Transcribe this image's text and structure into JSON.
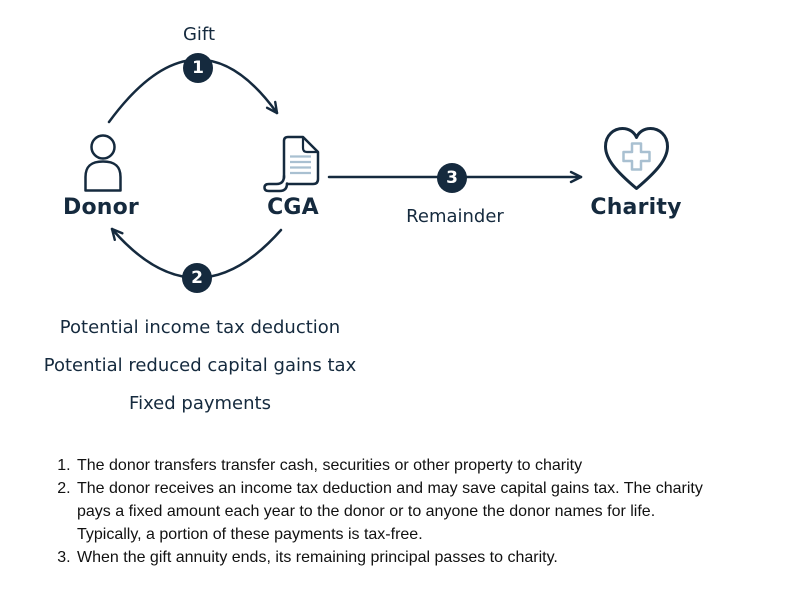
{
  "colors": {
    "navy": "#152A3E",
    "light-blue": "#A9C0D1",
    "text-dark": "#111111",
    "bg": "#FFFFFF"
  },
  "diagram": {
    "gift_label": "Gift",
    "donor_label": "Donor",
    "cga_label": "CGA",
    "charity_label": "Charity",
    "remainder_label": "Remainder",
    "badges": [
      "1",
      "2",
      "3"
    ],
    "icons": [
      "donor-person-icon",
      "cga-document-icon",
      "charity-heart-icon"
    ]
  },
  "benefits": [
    "Potential income tax deduction",
    "Potential reduced capital gains tax",
    "Fixed payments"
  ],
  "steps": [
    "The donor transfers transfer cash, securities or other property to charity",
    "The donor receives an income tax deduction and may save capital gains tax. The charity pays a fixed amount each year to the donor or to anyone the donor names for life. Typically, a portion of these payments is tax-free.",
    "When the gift annuity ends, its remaining principal passes to charity."
  ]
}
